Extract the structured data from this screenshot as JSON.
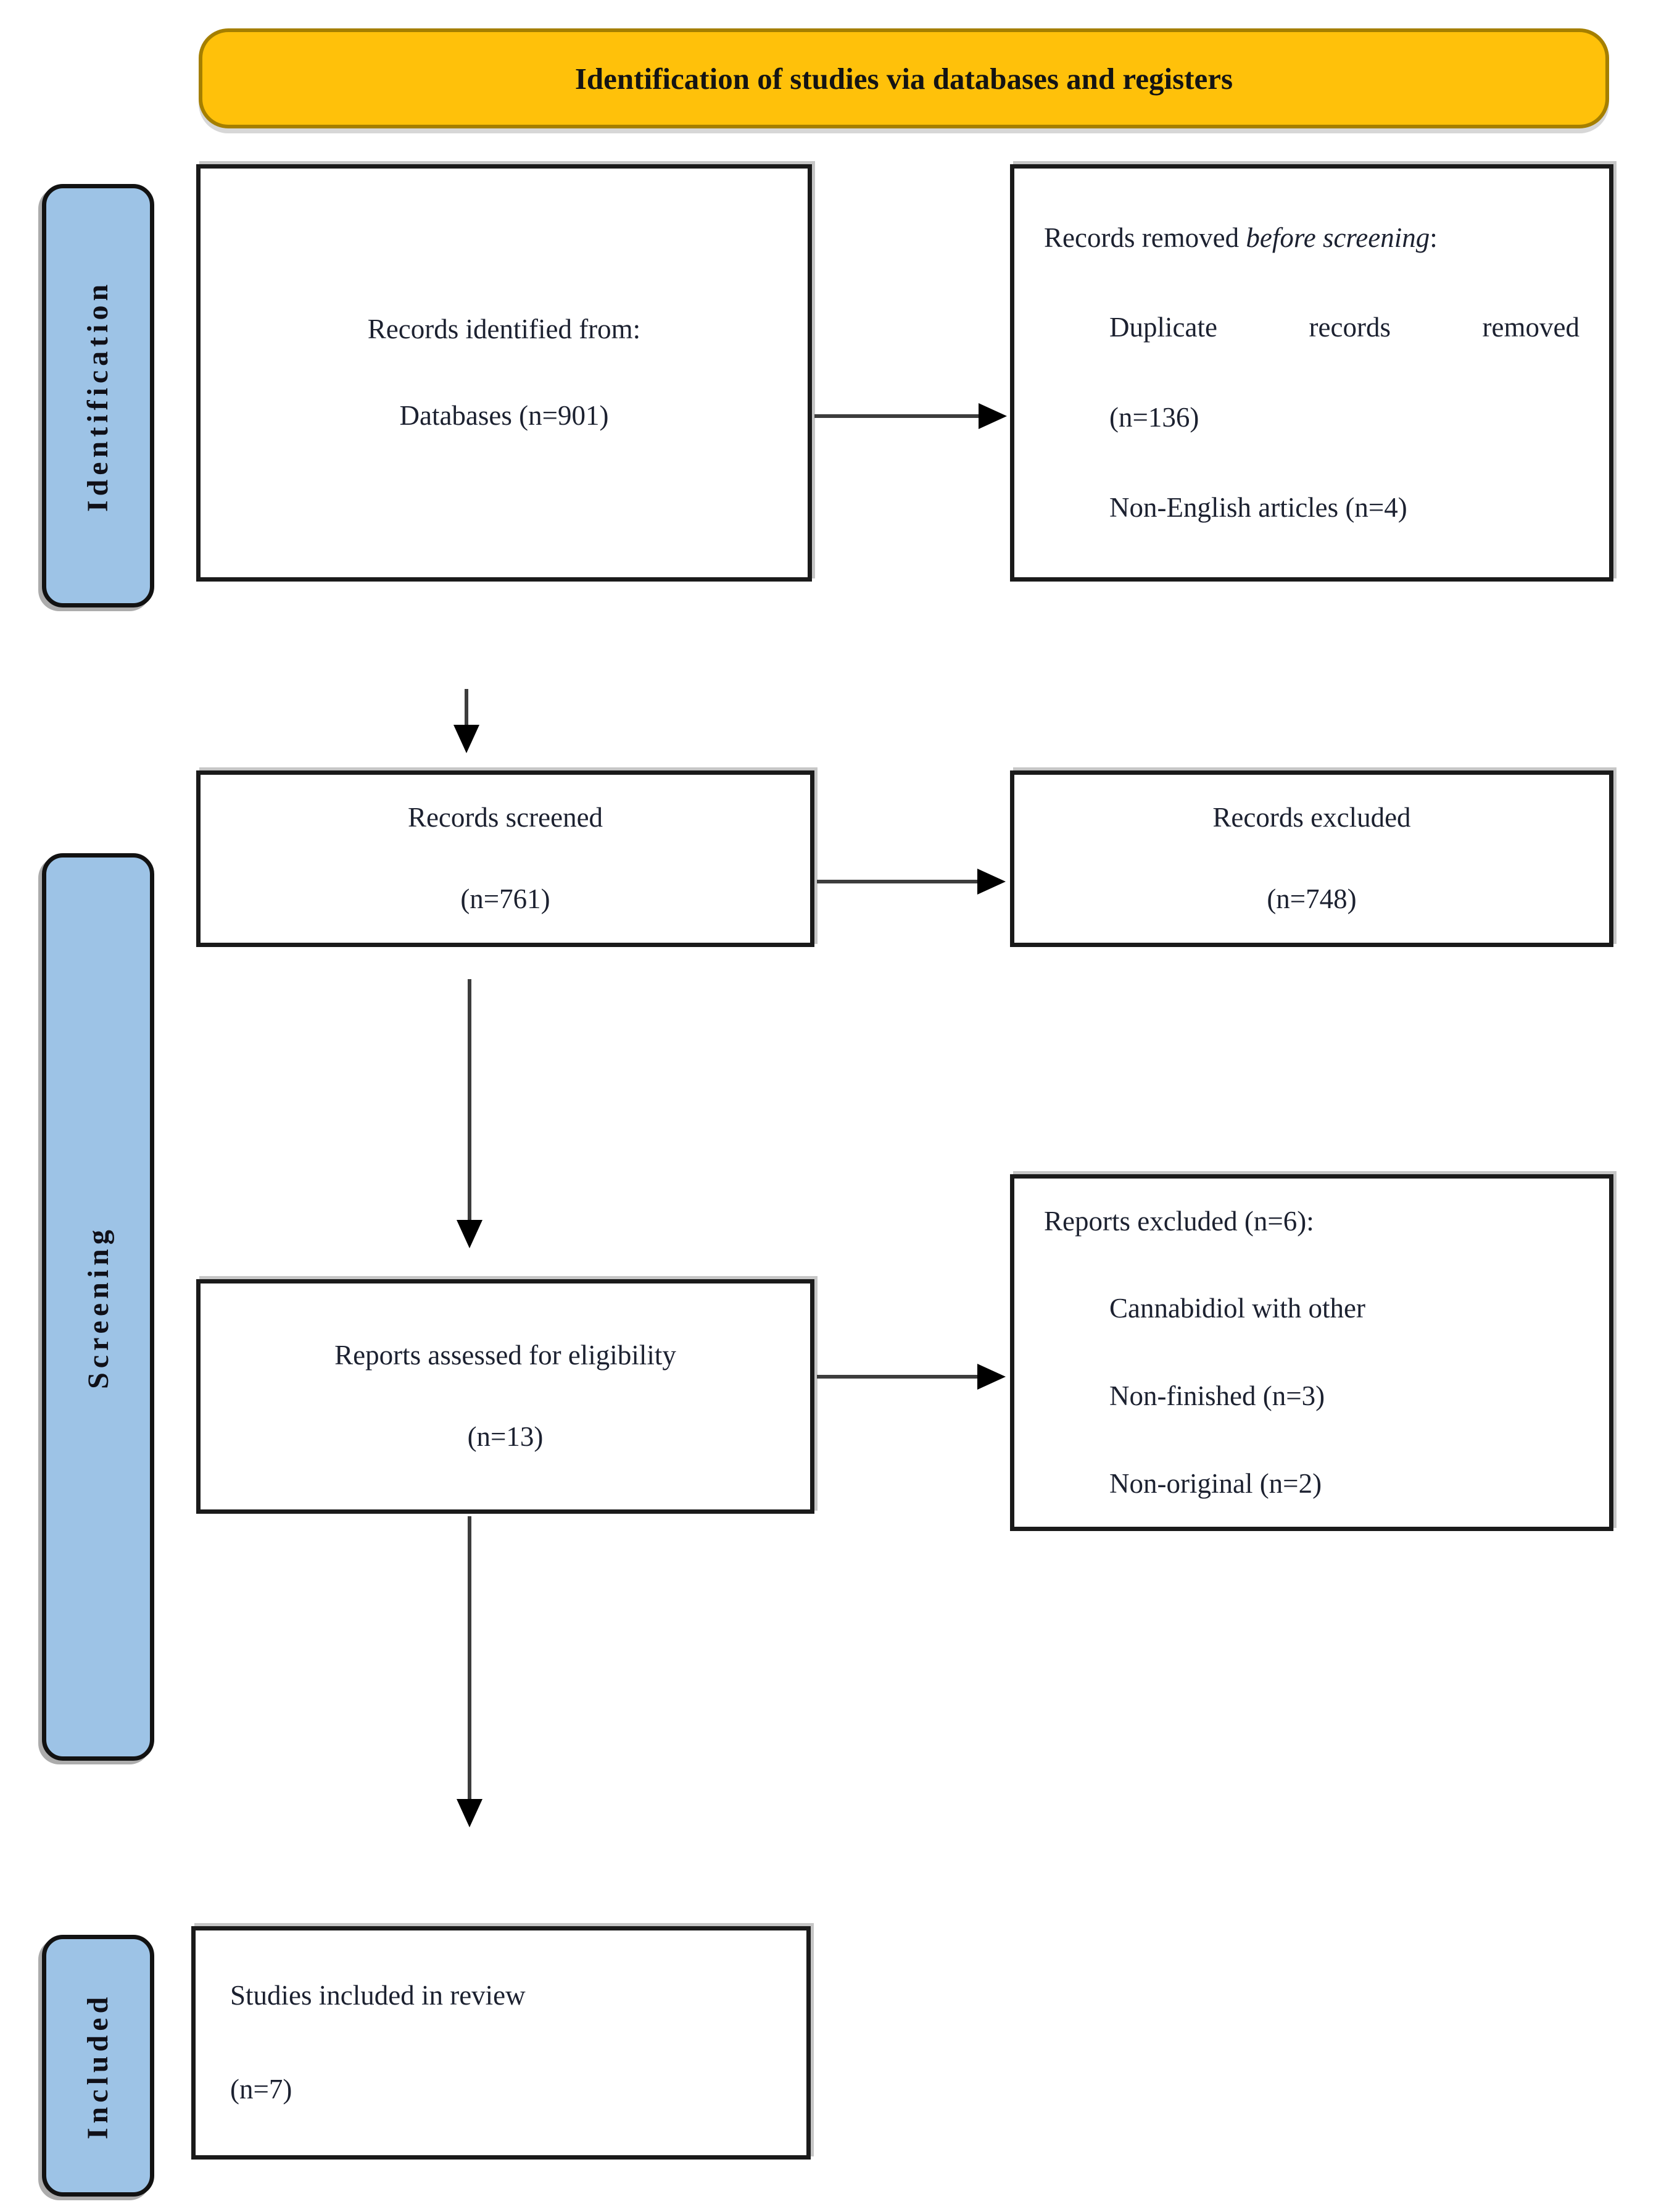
{
  "colors": {
    "banner_bg": "#FFC10A",
    "banner_border": "#A57F00",
    "stage_bg": "#9DC3E6",
    "box_border": "#1A1A1A",
    "arrow": "#3D3D3D",
    "text": "#1C2130"
  },
  "banner": {
    "title": "Identification of studies via databases and registers"
  },
  "stages": {
    "identification": "Identification",
    "screening": "Screening",
    "included": "Included"
  },
  "boxes": {
    "records_identified": {
      "line1": "Records identified from:",
      "line2": "Databases (n=901)"
    },
    "records_removed": {
      "intro_prefix": "Records removed ",
      "intro_italic": "before screening",
      "intro_suffix": ":",
      "items": [
        "Duplicate records removed",
        "(n=136)",
        "Non-English articles (n=4)"
      ]
    },
    "records_screened": {
      "line1": "Records screened",
      "line2": "(n=761)"
    },
    "records_excluded": {
      "line1": "Records excluded",
      "line2": "(n=748)"
    },
    "reports_assessed": {
      "line1": "Reports assessed for eligibility",
      "line2": "(n=13)"
    },
    "reports_excluded": {
      "intro": "Reports excluded (n=6):",
      "items": [
        "Cannabidiol with other",
        "Non-finished (n=3)",
        "Non-original (n=2)"
      ]
    },
    "studies_included": {
      "line1": "Studies included in review",
      "line2": "(n=7)"
    }
  }
}
